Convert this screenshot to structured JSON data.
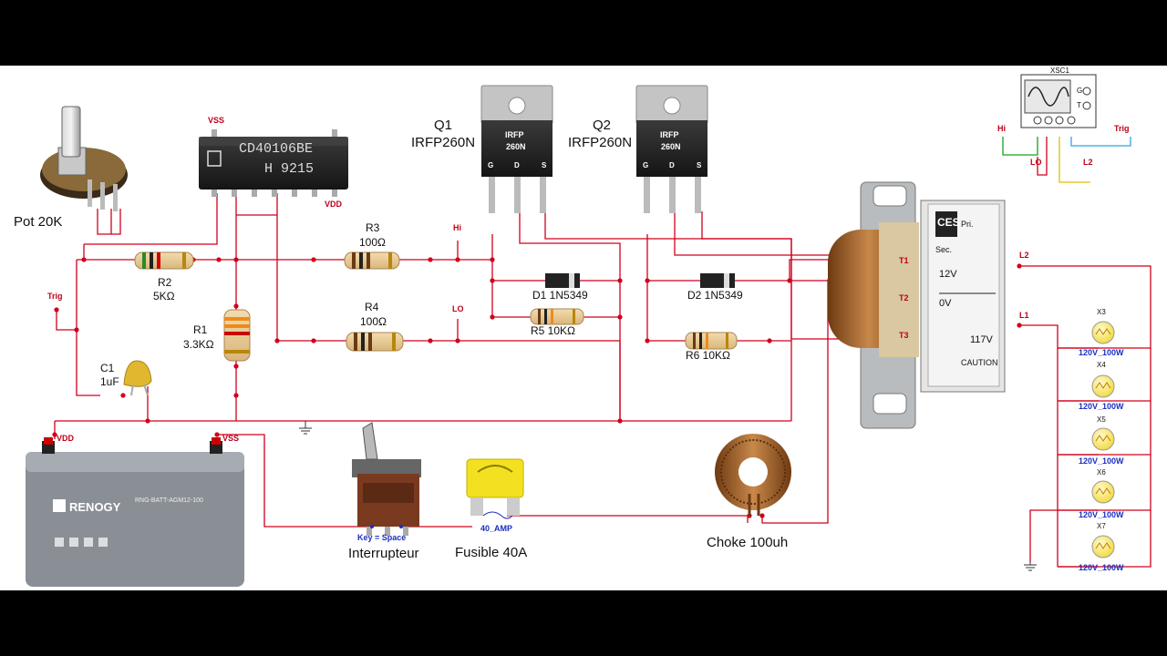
{
  "components": {
    "potentiometer": {
      "label": "Pot 20K"
    },
    "ic": {
      "name": "CD40106BE",
      "code": "H 9215",
      "vss_label": "VSS",
      "vdd_label": "VDD"
    },
    "q1": {
      "ref": "Q1",
      "part": "IRFP260N",
      "body_text_1": "IRFP",
      "body_text_2": "260N",
      "pins": [
        "G",
        "D",
        "S"
      ]
    },
    "q2": {
      "ref": "Q2",
      "part": "IRFP260N",
      "body_text_1": "IRFP",
      "body_text_2": "260N",
      "pins": [
        "G",
        "D",
        "S"
      ]
    },
    "r1": {
      "ref": "R1",
      "value": "3.3KΩ"
    },
    "r2": {
      "ref": "R2",
      "value": "5KΩ"
    },
    "r3": {
      "ref": "R3",
      "value": "100Ω"
    },
    "r4": {
      "ref": "R4",
      "value": "100Ω"
    },
    "r5": {
      "label": "R5 10KΩ"
    },
    "r6": {
      "label": "R6 10KΩ"
    },
    "d1": {
      "label": "D1 1N5349"
    },
    "d2": {
      "label": "D2 1N5349"
    },
    "c1": {
      "ref": "C1",
      "value": "1uF"
    },
    "battery": {
      "vdd_label": "VDD",
      "vss_label": "VSS",
      "brand": "RENOGY",
      "model": "RNG-BATT-AGM12-100"
    },
    "switch": {
      "key_label": "Key = Space",
      "label": "Interrupteur"
    },
    "fuse": {
      "rating": "40_AMP",
      "label": "Fusible 40A"
    },
    "choke": {
      "label": "Choke 100uh"
    },
    "transformer": {
      "brand": "CES",
      "terminals": [
        "T1",
        "T2",
        "T3"
      ],
      "primary_text": "Pri.",
      "secondary_text": "Sec.",
      "volt_12": "12V",
      "volt_0": "0V",
      "volt_117": "117V",
      "caution": "CAUTION"
    },
    "oscilloscope": {
      "ref": "XSC1",
      "ports": [
        "Hi",
        "LO",
        "L2",
        "Trig"
      ],
      "g": "G",
      "t": "T"
    },
    "output_labels": [
      "L2",
      "L1"
    ],
    "lamps": [
      {
        "ref": "X3",
        "rating": "120V_100W"
      },
      {
        "ref": "X4",
        "rating": "120V_100W"
      },
      {
        "ref": "X5",
        "rating": "120V_100W"
      },
      {
        "ref": "X6",
        "rating": "120V_100W"
      },
      {
        "ref": "X7",
        "rating": "120V_100W"
      }
    ]
  },
  "net_labels": {
    "hi": "Hi",
    "lo": "LO",
    "trig": "Trig"
  },
  "colors": {
    "wire": "#d0001c",
    "background": "#ffffff",
    "letterbox": "#000000",
    "osc_hi": "#1aa01a",
    "osc_trig": "#29a8e0",
    "osc_l2": "#e0c000"
  }
}
